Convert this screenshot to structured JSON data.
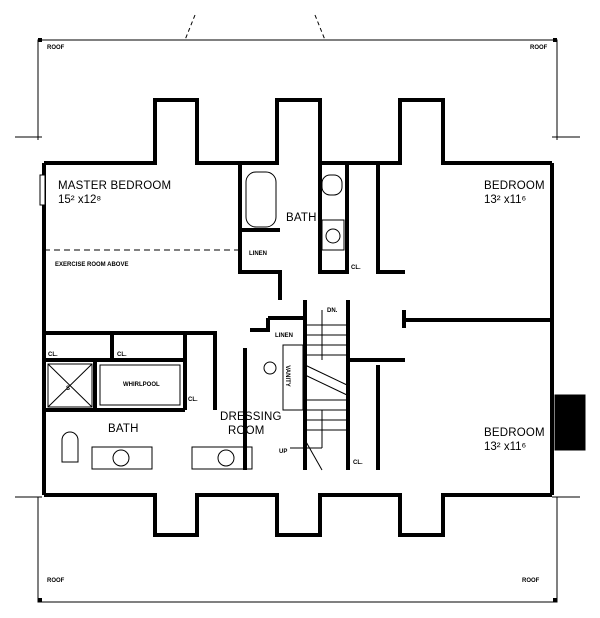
{
  "roof": {
    "top_left": "ROOF",
    "top_right": "ROOF",
    "bottom_left": "ROOF",
    "bottom_right": "ROOF"
  },
  "master_bedroom": {
    "name": "MASTER BEDROOM",
    "dims": "15² x12⁸",
    "note": "EXERCISE ROOM ABOVE"
  },
  "upper_bath": {
    "name": "BATH",
    "linen": "LINEN",
    "closet": "CL."
  },
  "bedroom_ne": {
    "name": "BEDROOM",
    "dims": "13² x11⁶"
  },
  "bedroom_se": {
    "name": "BEDROOM",
    "dims": "13² x11⁶",
    "closet": "CL."
  },
  "stair": {
    "down": "DN.",
    "up": "UP",
    "linen": "LINEN",
    "vanity": "VANITY"
  },
  "master_bath": {
    "name": "BATH",
    "closet_1": "CL.",
    "closet_2": "CL.",
    "closet_3": "CL.",
    "whirlpool": "WHIRLPOOL",
    "shower": "S"
  },
  "dressing_room": {
    "line1": "DRESSING",
    "line2": "ROOM"
  }
}
